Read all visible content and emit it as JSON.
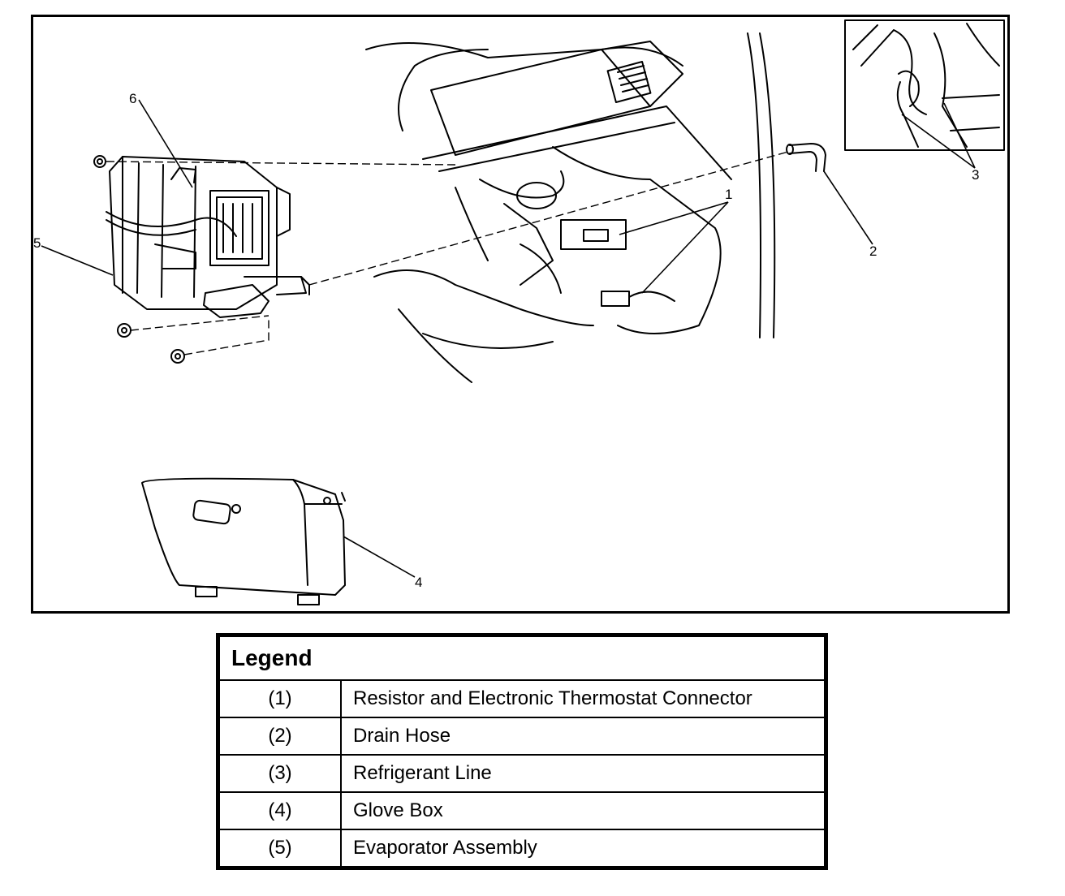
{
  "callouts": {
    "c1": "1",
    "c2": "2",
    "c3": "3",
    "c4": "4",
    "c5": "5",
    "c6": "6"
  },
  "legend": {
    "title": "Legend",
    "rows": [
      {
        "num": "(1)",
        "desc": "Resistor and Electronic Thermostat Connector"
      },
      {
        "num": "(2)",
        "desc": "Drain Hose"
      },
      {
        "num": "(3)",
        "desc": "Refrigerant Line"
      },
      {
        "num": "(4)",
        "desc": "Glove Box"
      },
      {
        "num": "(5)",
        "desc": "Evaporator Assembly"
      }
    ]
  }
}
